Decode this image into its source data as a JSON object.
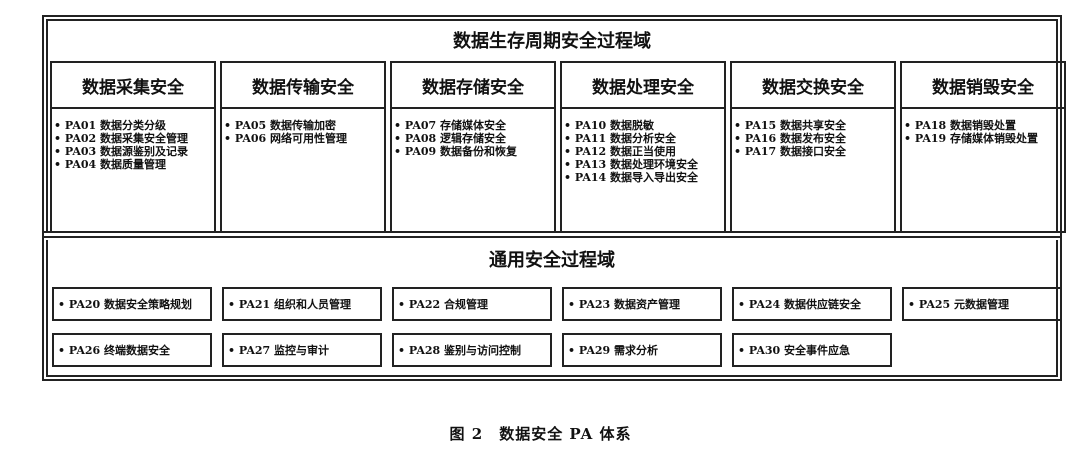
{
  "upper": {
    "title": "数据生存周期安全过程域",
    "columns": [
      {
        "title": "数据采集安全",
        "items": [
          "PA01 数据分类分级",
          "PA02 数据采集安全管理",
          "PA03 数据源鉴别及记录",
          "PA04 数据质量管理"
        ]
      },
      {
        "title": "数据传输安全",
        "items": [
          "PA05 数据传输加密",
          "PA06 网络可用性管理"
        ]
      },
      {
        "title": "数据存储安全",
        "items": [
          "PA07 存储媒体安全",
          "PA08 逻辑存储安全",
          "PA09 数据备份和恢复"
        ]
      },
      {
        "title": "数据处理安全",
        "items": [
          "PA10 数据脱敏",
          "PA11 数据分析安全",
          "PA12 数据正当使用",
          "PA13 数据处理环境安全",
          "PA14 数据导入导出安全"
        ]
      },
      {
        "title": "数据交换安全",
        "items": [
          "PA15 数据共享安全",
          "PA16 数据发布安全",
          "PA17 数据接口安全"
        ]
      },
      {
        "title": "数据销毁安全",
        "items": [
          "PA18 数据销毁处置",
          "PA19 存储媒体销毁处置"
        ]
      }
    ]
  },
  "lower": {
    "title": "通用安全过程域",
    "items": [
      "PA20 数据安全策略规划",
      "PA21 组织和人员管理",
      "PA22 合规管理",
      "PA23 数据资产管理",
      "PA24 数据供应链安全",
      "PA25 元数据管理",
      "PA26 终端数据安全",
      "PA27 监控与审计",
      "PA28 鉴别与访问控制",
      "PA29 需求分析",
      "PA30 安全事件应急"
    ]
  },
  "caption": "图 2　数据安全 PA 体系"
}
